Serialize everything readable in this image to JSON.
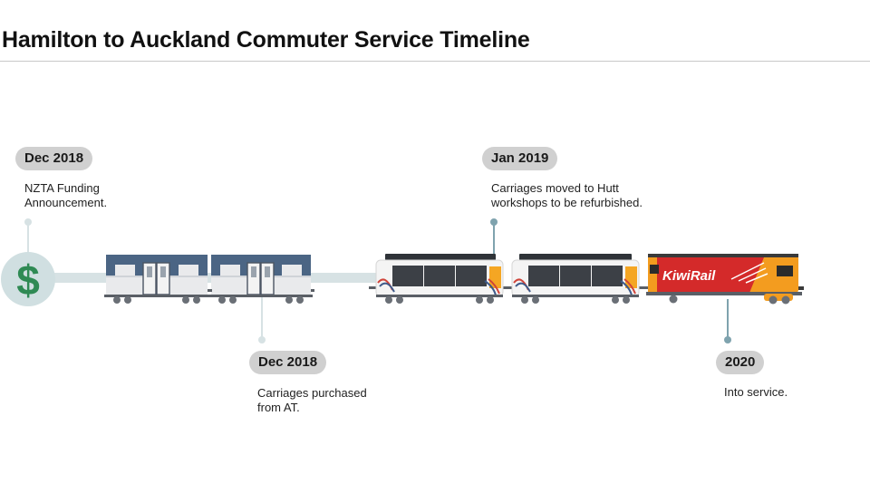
{
  "title": "Hamilton to Auckland Commuter Service Timeline",
  "milestones": [
    {
      "date": "Dec 2018",
      "text": "NZTA Funding\nAnnouncement."
    },
    {
      "date": "Dec 2018",
      "text": "Carriages purchased\nfrom AT."
    },
    {
      "date": "Jan 2019",
      "text": "Carriages moved to Hutt\nworkshops to be refurbished."
    },
    {
      "date": "2020",
      "text": "Into service."
    }
  ],
  "funding_symbol": "$",
  "locomotive_brand": "KiwiRail",
  "colors": {
    "track": "#d7e2e4",
    "dollar_bg": "#d0dfe1",
    "dollar": "#2f8a54",
    "connector": "#7fa3ae",
    "carriage_blue": "#4b6584",
    "loco_orange": "#f39c1f",
    "loco_red": "#d42a2a"
  },
  "icons": [
    "dollar-icon",
    "at-carriage-icon",
    "refurbished-carriage-icon",
    "locomotive-icon"
  ]
}
